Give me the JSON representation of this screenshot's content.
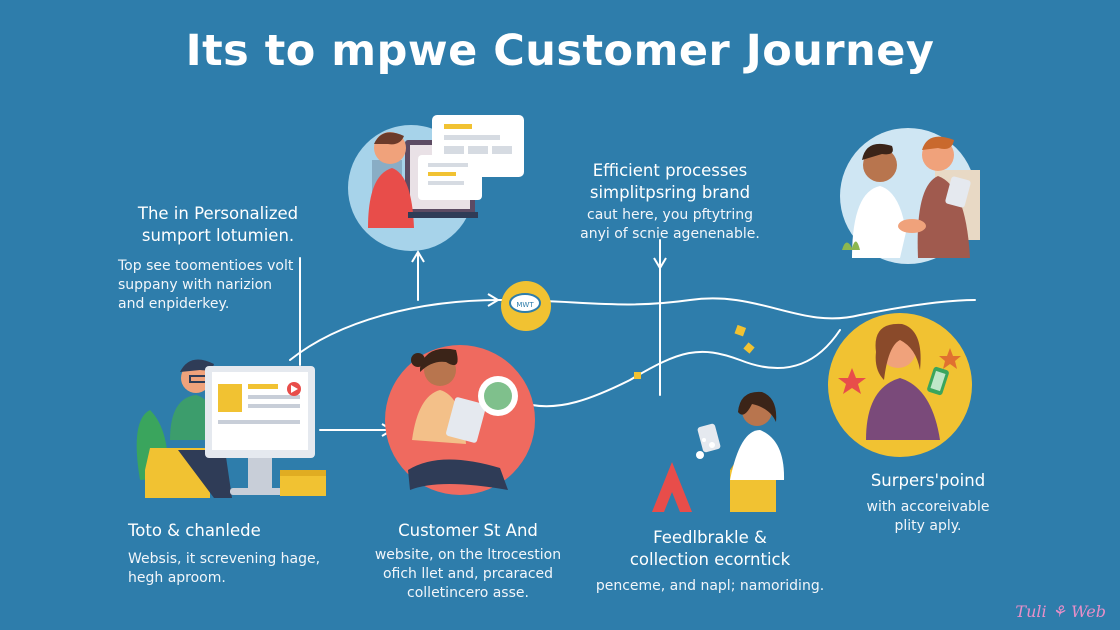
{
  "title": "Its to mpwe Customer Journey",
  "brand": "Tuli ⚘ Web",
  "bubble_text": "MWT",
  "colors": {
    "background": "#2e7dab",
    "accent_yellow": "#f1c232",
    "accent_coral": "#ef6a5f",
    "line": "#ffffff"
  },
  "blocks": [
    {
      "id": "personalized",
      "heading": [
        "The in Personalized",
        "sumport lotumien."
      ],
      "body": [
        "Top see toomentioes volt",
        "suppany with narizion",
        "and enpiderkey."
      ]
    },
    {
      "id": "efficient",
      "heading": [
        "Efficient processes",
        "simplitpsring brand"
      ],
      "body": [
        "caut here, you pftytring",
        "anyi of scnie agenenable."
      ]
    },
    {
      "id": "touch",
      "heading": [
        "Toto & chanlede"
      ],
      "body": [
        "Websis, it screvening hage,",
        "hegh aproom."
      ]
    },
    {
      "id": "customer",
      "heading": [
        "Customer St And"
      ],
      "body": [
        "website, on the ltrocestion",
        "ofich llet and, prcaraced",
        "colletincero asse."
      ]
    },
    {
      "id": "feedback",
      "heading": [
        "Feedlbrakle &",
        "collection ecorntick"
      ],
      "body": [
        "penceme, and napl; namoriding."
      ]
    },
    {
      "id": "support",
      "heading": [
        "Surpers'poind"
      ],
      "body": [
        "with accoreivable",
        "plity aply."
      ]
    }
  ],
  "illustrations": [
    {
      "name": "developer-at-computer-illustration"
    },
    {
      "name": "person-at-screen-illustration"
    },
    {
      "name": "customer-with-tablet-illustration"
    },
    {
      "name": "feedback-person-illustration"
    },
    {
      "name": "handshake-illustration"
    },
    {
      "name": "happy-customer-with-phone-illustration"
    }
  ]
}
